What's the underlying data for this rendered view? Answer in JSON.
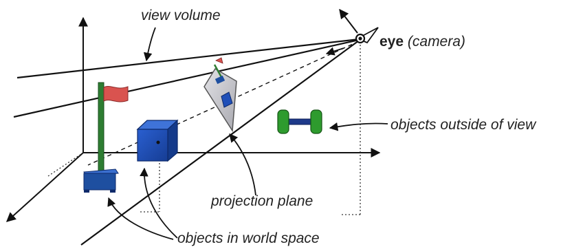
{
  "labels": {
    "view_volume": "view volume",
    "eye": "eye",
    "camera": "(camera)",
    "objects_outside": "objects outside of view",
    "projection_plane": "projection plane",
    "objects_world": "objects in world space"
  },
  "colors": {
    "line": "#111111",
    "flag": "#d9534f",
    "pole": "#2e7d32",
    "base": "#1e4fa0",
    "cube": "#1f4fb8",
    "dumbbell": "#2e9b2e",
    "dumbbell_bar": "#1e3a8a",
    "plane": "#c8c8cc"
  }
}
